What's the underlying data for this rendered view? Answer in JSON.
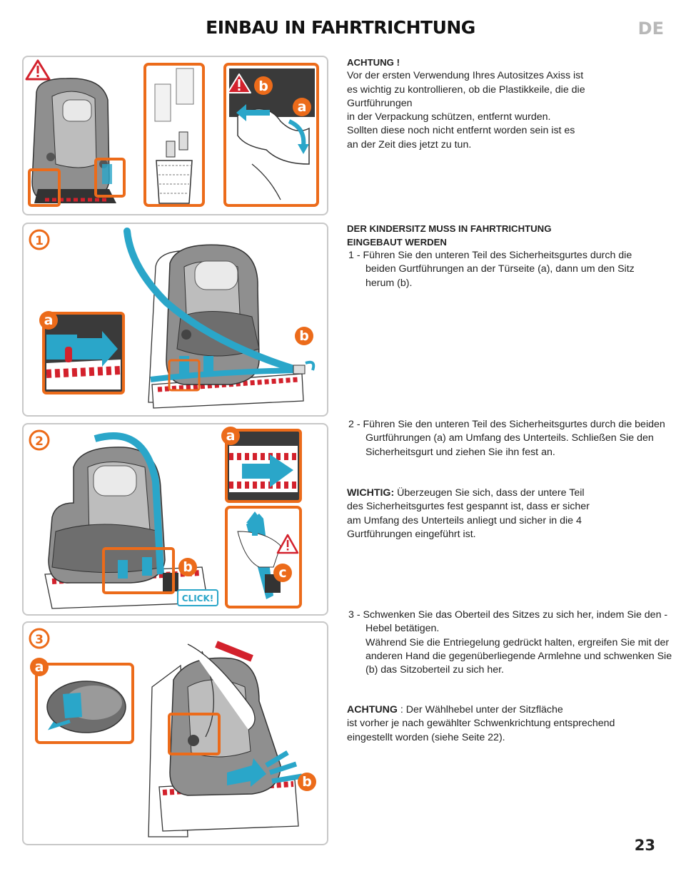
{
  "header": {
    "title": "EINBAU IN FAHRTRICHTUNG",
    "lang": "DE"
  },
  "page_number": "23",
  "colors": {
    "orange": "#ec6b1a",
    "blue": "#2aa6c9",
    "red": "#d3212c",
    "seat_gray": "#8f8f8f"
  },
  "sections": {
    "achtung1": {
      "heading": "ACHTUNG !",
      "lines": [
        "Vor der ersten Verwendung Ihres Autositzes Axiss ist",
        "es wichtig zu kontrollieren, ob die Plastikkeile, die die",
        "Gurtführungen",
        "in der Verpackung schützen, entfernt wurden.",
        "Sollten diese noch nicht entfernt worden sein ist es",
        "an der Zeit dies jetzt zu tun."
      ]
    },
    "install": {
      "heading_line1": "DER KINDERSITZ MUSS IN FAHRTRICHTUNG",
      "heading_line2": "EINGEBAUT WERDEN",
      "step1": "1 - Führen Sie den unteren Teil des Sicherheitsgurtes durch die beiden Gurtführungen an der Türseite (a), dann um den Sitz herum (b)."
    },
    "step2": {
      "text": "2 - Führen Sie den unteren Teil des Sicherheitsgurtes durch die beiden Gurtführungen (a) am Umfang des Unterteils. Schließen Sie den Sicherheitsgurt und ziehen Sie ihn fest an.",
      "wichtig_label": "WICHTIG:",
      "wichtig_first": "Überzeugen Sie sich, dass der untere Teil",
      "wichtig_lines": [
        "des Sicherheitsgurtes fest gespannt ist, dass er sicher",
        "am Umfang des Unterteils anliegt und sicher in die 4",
        "Gurtführungen eingeführt ist."
      ]
    },
    "step3": {
      "text": "3 - Schwenken Sie das Oberteil des Sitzes zu sich her, indem Sie den -Hebel betätigen.",
      "text2": "Während Sie die Entriegelung gedrückt halten, ergreifen Sie mit der anderen Hand die gegenüberliegende Armlehne und schwenken Sie (b) das Sitzoberteil zu sich her.",
      "achtung_label": "ACHTUNG",
      "achtung_first": " : Der Wählhebel unter der Sitzfläche",
      "achtung_lines": [
        "ist vorher je nach gewählter Schwenkrichtung entsprechend",
        "eingestellt worden (siehe Seite 22)."
      ]
    }
  },
  "figure_labels": {
    "fig0_b": "b",
    "fig0_a": "a",
    "fig1_num": "1",
    "fig1_a": "a",
    "fig1_b": "b",
    "fig2_num": "2",
    "fig2_a": "a",
    "fig2_b": "b",
    "fig2_c": "c",
    "fig2_click": "CLICK!",
    "fig3_num": "3",
    "fig3_a": "a",
    "fig3_b": "b"
  }
}
